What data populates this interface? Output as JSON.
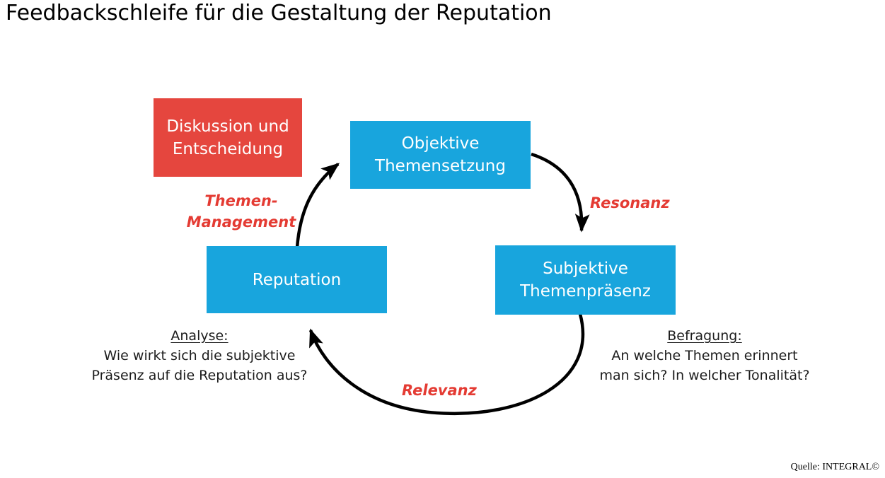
{
  "title": "Feedbackschleife für die Gestaltung der Reputation",
  "colors": {
    "box_red": "#E5463E",
    "box_blue": "#18A5DD",
    "label_red": "#E43B33",
    "arrow_black": "#000000"
  },
  "boxes": {
    "diskussion": "Diskussion und\nEntscheidung",
    "objektive": "Objektive\nThemensetzung",
    "subjektive": "Subjektive\nThemenpräsenz",
    "reputation": "Reputation"
  },
  "edge_labels": {
    "themen_management": "Themen-\nManagement",
    "resonanz": "Resonanz",
    "relevanz": "Relevanz"
  },
  "annotations": {
    "analyse": {
      "heading": "Analyse:",
      "body": "Wie wirkt sich die subjektive\nPräsenz auf die Reputation aus?"
    },
    "befragung": {
      "heading": "Befragung:",
      "body": "An welche Themen erinnert\nman sich? In welcher Tonalität?"
    }
  },
  "source": "Quelle: INTEGRAL©"
}
